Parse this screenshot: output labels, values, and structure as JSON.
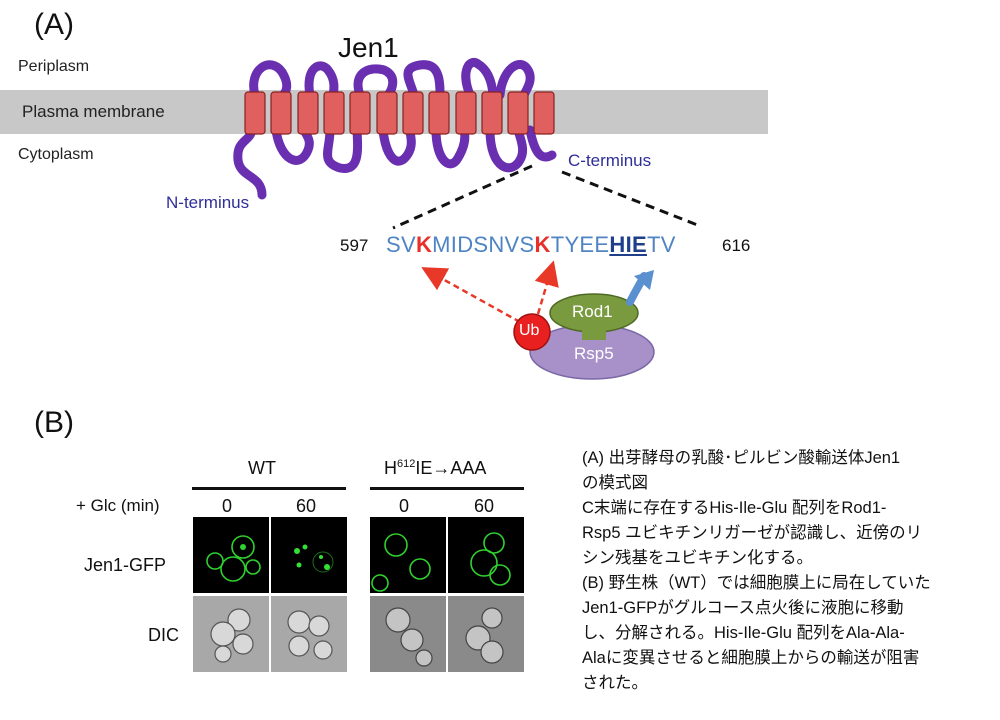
{
  "panel_a": {
    "label": "(A)",
    "protein_name": "Jen1",
    "regions": {
      "periplasm": "Periplasm",
      "membrane": "Plasma membrane",
      "cytoplasm": "Cytoplasm"
    },
    "n_terminus": "N-terminus",
    "c_terminus": "C-terminus",
    "seq_start": "597",
    "seq_end": "616",
    "sequence_parts": [
      "SV",
      "K",
      "MIDSNVS",
      "K",
      "TYEE",
      "HIE",
      "TV"
    ],
    "ub_label": "Ub",
    "rod1_label": "Rod1",
    "rsp5_label": "Rsp5",
    "colors": {
      "membrane_band": "#c8c8c8",
      "helix": "#e06060",
      "loop": "#6a2fb0",
      "lysine": "#e8302a",
      "sequence": "#4f84c4",
      "rod1": "#7a9a40",
      "rsp5": "#a890c8",
      "ub": "#e82020"
    }
  },
  "panel_b": {
    "label": "(B)",
    "wt_label": "WT",
    "mutant_label_pre": "H",
    "mutant_label_sup": "612",
    "mutant_label_post": "IE→AAA",
    "time_label": "+ Glc (min)",
    "times": [
      "0",
      "60",
      "0",
      "60"
    ],
    "row_labels": [
      "Jen1-GFP",
      "DIC"
    ]
  },
  "caption": {
    "lines": [
      "(A) 出芽酵母の乳酸･ピルビン酸輸送体Jen1",
      "の模式図",
      "C末端に存在するHis-Ile-Glu 配列をRod1-",
      "Rsp5 ユビキチンリガーゼが認識し、近傍のリ",
      "シン残基をユビキチン化する。",
      "(B) 野生株（WT）では細胞膜上に局在していた",
      "Jen1-GFPがグルコース点火後に液胞に移動",
      "し、分解される。His-Ile-Glu 配列をAla-Ala-",
      "Alaに変異させると細胞膜上からの輸送が阻害",
      "された。"
    ]
  }
}
